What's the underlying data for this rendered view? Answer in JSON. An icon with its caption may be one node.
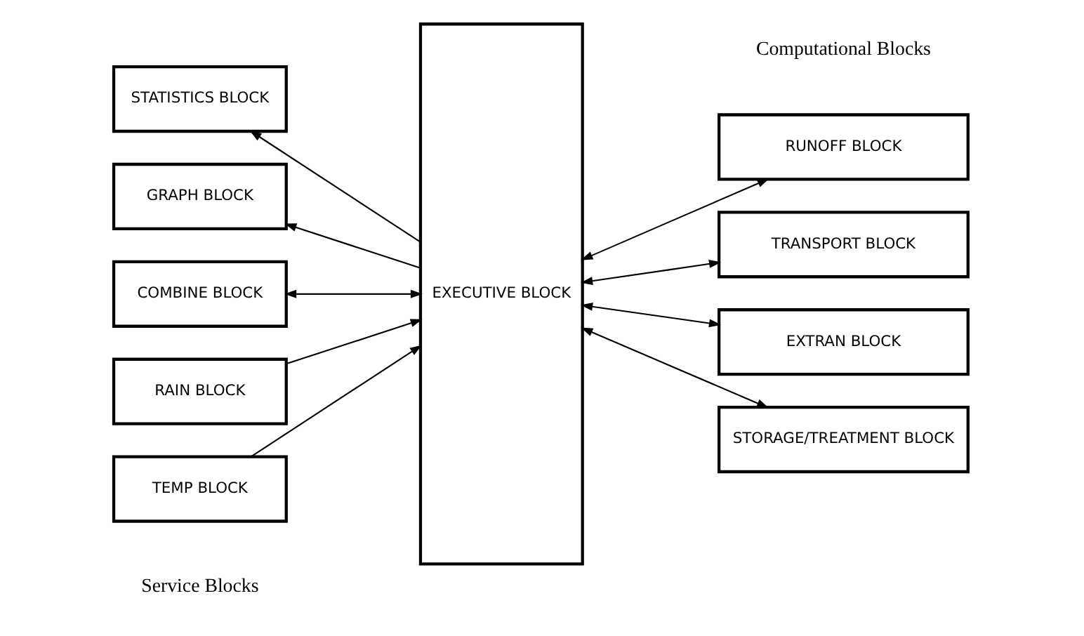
{
  "diagram": {
    "nodes": [
      {
        "text": [
          "STATISTICS BLOCK"
        ]
      },
      {
        "text": [
          "GRAPH BLOCK"
        ]
      },
      {
        "text": [
          "COMBINE BLOCK"
        ]
      },
      {
        "text": [
          "RAIN BLOCK"
        ]
      },
      {
        "text": [
          "TEMP BLOCK"
        ]
      },
      {
        "text": [
          "EXECUTIVE BLOCK"
        ]
      },
      {
        "text": [
          "RUNOFF BLOCK"
        ]
      },
      {
        "text": [
          "TRANSPORT BLOCK"
        ]
      },
      {
        "text": [
          "EXTRAN BLOCK"
        ]
      },
      {
        "text": [
          "STORAGE/TREATMENT BLOCK"
        ]
      }
    ],
    "edges": [
      {
        "from": 5,
        "to": 0,
        "arrow": "to"
      },
      {
        "from": 5,
        "to": 1,
        "arrow": "to"
      },
      {
        "from": 2,
        "to": 5,
        "arrow": "both"
      },
      {
        "from": 3,
        "to": 5,
        "arrow": "to"
      },
      {
        "from": 4,
        "to": 5,
        "arrow": "to"
      },
      {
        "from": 5,
        "to": 6,
        "arrow": "both"
      },
      {
        "from": 5,
        "to": 7,
        "arrow": "both"
      },
      {
        "from": 5,
        "to": 8,
        "arrow": "both"
      },
      {
        "from": 5,
        "to": 9,
        "arrow": "both"
      }
    ],
    "labels": [
      "Service Blocks",
      "Computational Blocks"
    ]
  }
}
